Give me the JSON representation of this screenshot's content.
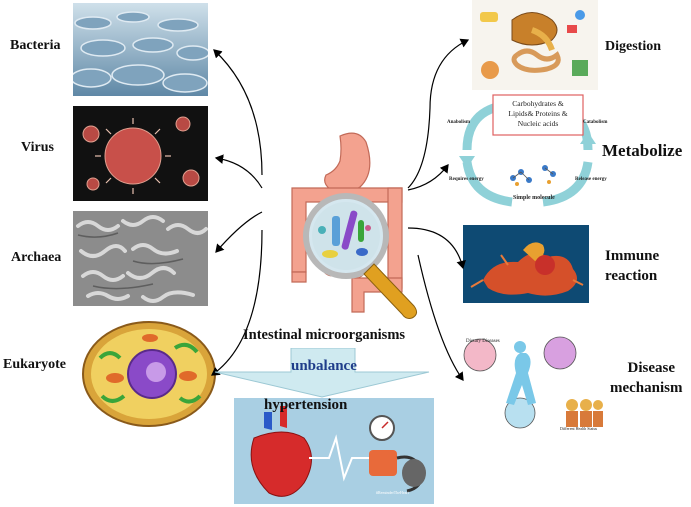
{
  "left_labels": {
    "bacteria": "Bacteria",
    "virus": "Virus",
    "archaea": "Archaea",
    "eukaryote": "Eukaryote"
  },
  "right_labels": {
    "digestion": "Digestion",
    "metabolize": "Metabolize",
    "immune_line1": "Immune",
    "immune_line2": "reaction",
    "disease_line1": "Disease",
    "disease_line2": "mechanism"
  },
  "center": {
    "title": "Intestinal microorganisms",
    "arrow_label": "unbalance",
    "outcome": "hypertension"
  },
  "metabolism_cycle": {
    "box_line1": "Carbohydrates &",
    "box_line2": "Lipids&  Proteins &",
    "box_line3": "Nucleic acids",
    "anabolism": "Anabolism",
    "catabolism": "Catabolism",
    "requires_energy": "Requires energy",
    "release_energy": "Release energy",
    "simple_molecule": "Simple molecule"
  },
  "disease_panel": {
    "tag1": "Dietary Diseases",
    "tag2": "Different Health Status"
  },
  "hypertension_panel": {
    "hashtag": "#ReminderTheHeart"
  },
  "colors": {
    "bacteria_bg": "#7fa3bd",
    "virus_bg": "#111111",
    "virus_particle": "#c8504a",
    "archaea_bg": "#8c8c8c",
    "immune_bg": "#0e4a73",
    "immune_cell": "#d5502a",
    "hypertension_bg": "#a9cfe3",
    "heart_red": "#d62b2b",
    "arrow_fill": "#cfeaf0",
    "arrow_text": "#1f3d8a",
    "cycle_teal": "#8fd1d8",
    "box_border": "#e06060"
  }
}
